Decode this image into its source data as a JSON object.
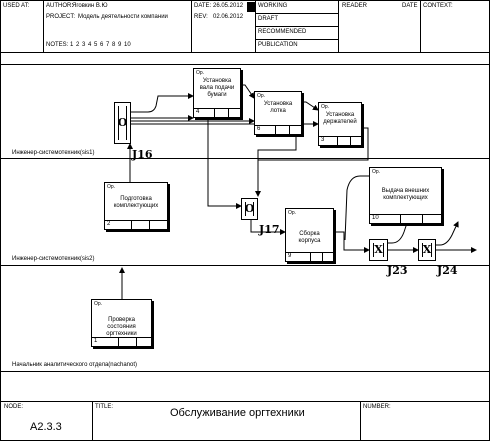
{
  "header": {
    "used_at": "USED AT:",
    "author_label": "AUTHOR:",
    "author": "Яговкин В.Ю",
    "project_label": "PROJECT:",
    "project": "Модель деятельности компании",
    "date_label": "DATE:",
    "date": "26.05.2012",
    "rev_label": "REV:",
    "rev": "02.06.2012",
    "notes_label": "NOTES:",
    "notes": "1 2 3 4 5 6 7 8 9 10",
    "working": "WORKING",
    "draft": "DRAFT",
    "recommended": "RECOMMENDED",
    "publication": "PUBLICATION",
    "reader": "READER",
    "reader_date": "DATE",
    "context": "CONTEXT:"
  },
  "lanes": [
    {
      "label": "Инженер-системотехник(sis1)"
    },
    {
      "label": "Инженер-системотехник(sis2)"
    },
    {
      "label": "Начальник аналитического отдела(nachanot)"
    }
  ],
  "boxes": [
    {
      "id": "b4",
      "op": "Ор.",
      "title": "Установка вала подачи бумаги",
      "num": "4"
    },
    {
      "id": "b6",
      "op": "Ор.",
      "title": "Установка лотка",
      "num": "6"
    },
    {
      "id": "b3",
      "op": "Ор.",
      "title": "Установка держателей",
      "num": "3"
    },
    {
      "id": "b2",
      "op": "Ор.",
      "title": "Подготовка комплектующих",
      "num": "2"
    },
    {
      "id": "b9",
      "op": "Ор.",
      "title": "Сборка корпуса",
      "num": "9"
    },
    {
      "id": "b10",
      "op": "Ор.",
      "title": "Выдача внешних комплектующих",
      "num": "10"
    },
    {
      "id": "b1",
      "op": "Ор.",
      "title": "Проверка состояния оргтехники",
      "num": "1"
    }
  ],
  "junctions": [
    {
      "id": "j16",
      "symbol": "O",
      "label": "J16"
    },
    {
      "id": "j17",
      "symbol": "O",
      "label": "J17"
    },
    {
      "id": "j23",
      "symbol": "X",
      "label": "J23"
    },
    {
      "id": "j24",
      "symbol": "X",
      "label": "J24"
    }
  ],
  "footer": {
    "node_label": "NODE:",
    "node": "A2.3.3",
    "title_label": "TITLE:",
    "title": "Обслуживание оргтехники",
    "number_label": "NUMBER:"
  }
}
